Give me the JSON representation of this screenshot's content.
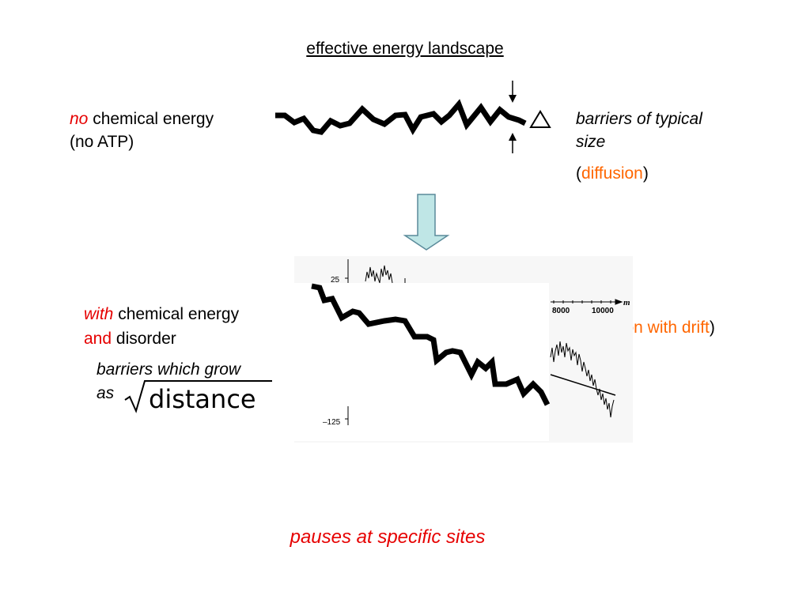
{
  "title": "effective energy landscape",
  "top_section": {
    "left_no": "no",
    "left_rest": "chemical energy",
    "left_line2": "(no ATP)",
    "delta_symbol": "△",
    "right_line1": "barriers of typical",
    "right_line2": "size",
    "right_paren_open": "(",
    "right_word": "diffusion",
    "right_paren_close": ")"
  },
  "bottom_section": {
    "with_word": "with",
    "line1_rest": "chemical energy",
    "and_word": "and",
    "line2_rest": "disorder",
    "barriers_line1": "barriers which grow",
    "barriers_line2": "as",
    "sqrt_word": "distance",
    "drift_open": "(",
    "drift_word": "diffusion with drift",
    "drift_close": ")",
    "axis_label_25": "25",
    "axis_label_neg125": "–125",
    "axis_label_8000": "8000",
    "axis_label_10000": "10000",
    "axis_label_m": "m"
  },
  "bottom_note": "pauses at specific sites",
  "colors": {
    "red": "#e60000",
    "orange": "#ff6600",
    "arrow_fill": "#bfe6e6",
    "arrow_stroke": "#5a8a9a"
  }
}
